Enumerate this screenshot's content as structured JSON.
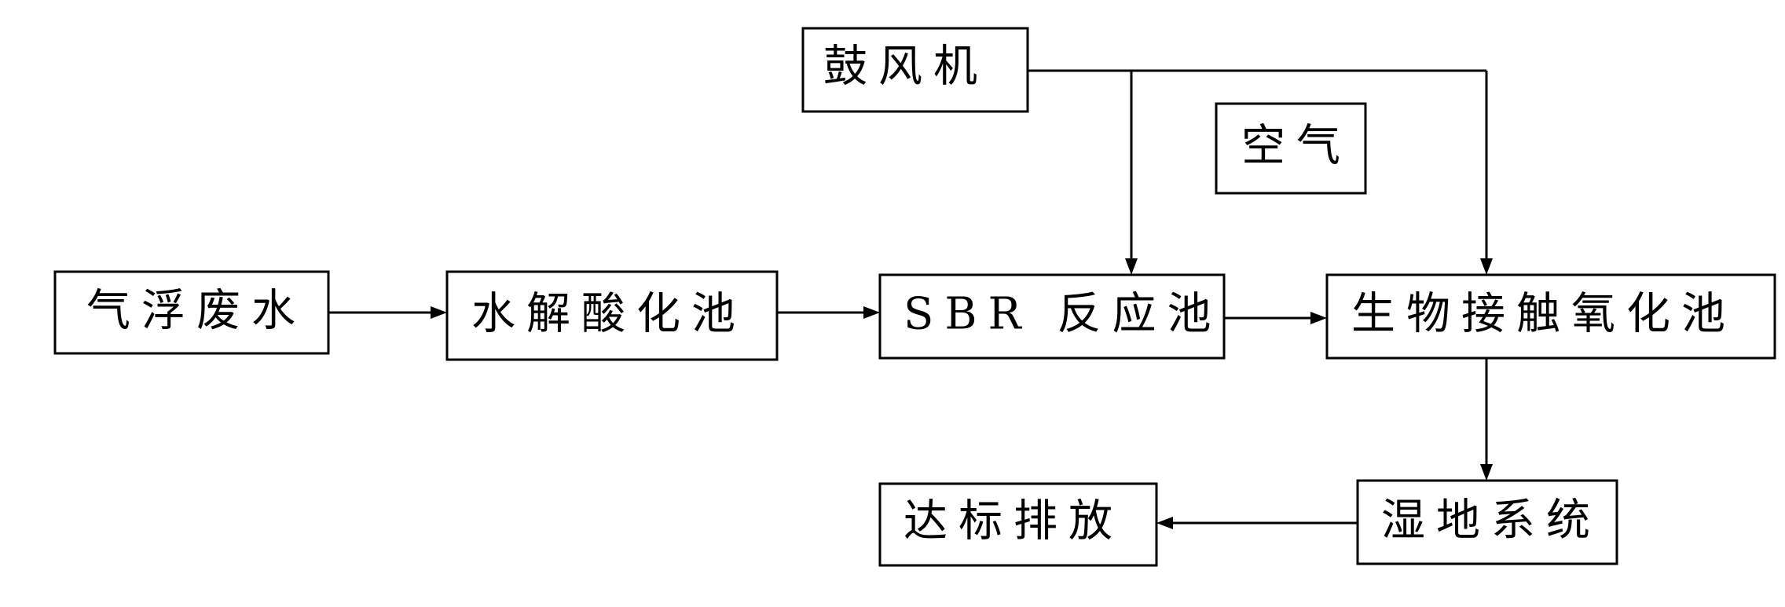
{
  "diagram": {
    "nodes": {
      "blower": "鼓风机",
      "air": "空气",
      "flotation_wastewater": "气浮废水",
      "hydrolysis_acidification_tank": "水解酸化池",
      "sbr_reactor": "SBR 反应池",
      "bio_contact_oxidation_tank": "生物接触氧化池",
      "wetland_system": "湿地系统",
      "discharge": "达标排放"
    },
    "edges": [
      {
        "from": "flotation_wastewater",
        "to": "hydrolysis_acidification_tank"
      },
      {
        "from": "hydrolysis_acidification_tank",
        "to": "sbr_reactor"
      },
      {
        "from": "sbr_reactor",
        "to": "bio_contact_oxidation_tank"
      },
      {
        "from": "blower",
        "to": "sbr_reactor"
      },
      {
        "from": "blower",
        "to": "bio_contact_oxidation_tank"
      },
      {
        "from": "bio_contact_oxidation_tank",
        "to": "wetland_system"
      },
      {
        "from": "wetland_system",
        "to": "discharge"
      }
    ]
  }
}
